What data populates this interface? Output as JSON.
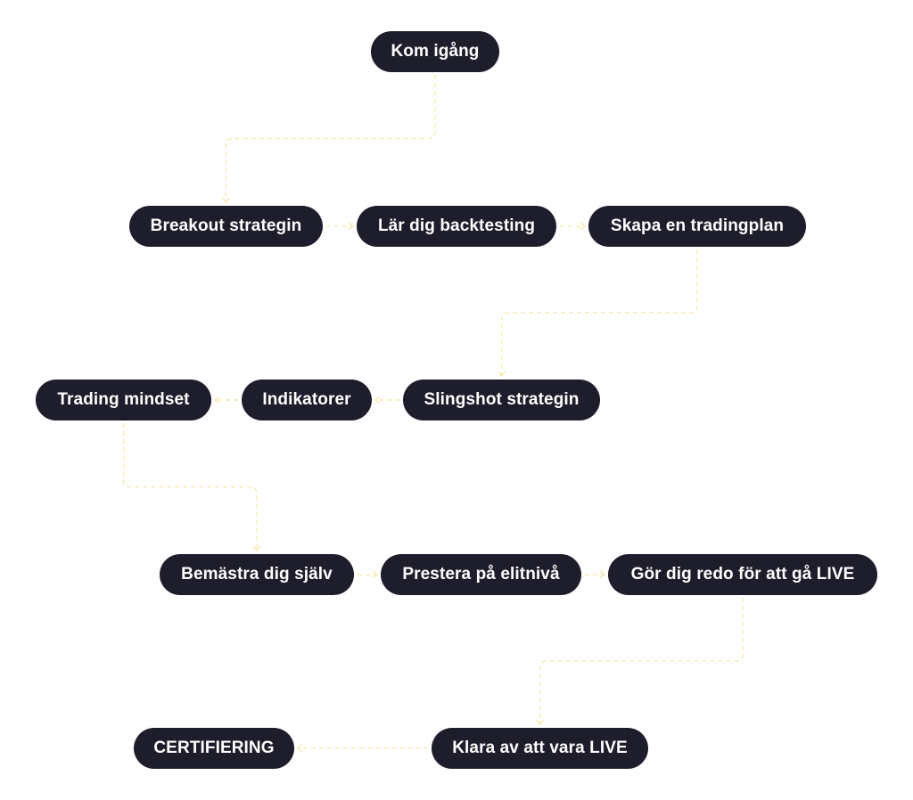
{
  "colors": {
    "node_bg": "#1d1d2b",
    "node_text": "#ffffff",
    "connector": "#f7e7a8"
  },
  "steps": [
    {
      "id": "kom-igang",
      "label": "Kom igång"
    },
    {
      "id": "breakout-strategin",
      "label": "Breakout strategin"
    },
    {
      "id": "lar-dig-backtesting",
      "label": "Lär dig backtesting"
    },
    {
      "id": "skapa-en-tradingplan",
      "label": "Skapa en tradingplan"
    },
    {
      "id": "slingshot-strategin",
      "label": "Slingshot strategin"
    },
    {
      "id": "indikatorer",
      "label": "Indikatorer"
    },
    {
      "id": "trading-mindset",
      "label": "Trading mindset"
    },
    {
      "id": "bemastra-dig-sjalv",
      "label": "Bemästra dig själv"
    },
    {
      "id": "prestera-pa-elitniva",
      "label": "Prestera på elitnivå"
    },
    {
      "id": "gor-dig-redo",
      "label": "Gör dig redo för att gå LIVE"
    },
    {
      "id": "klara-av-att-vara-live",
      "label": "Klara av att vara LIVE"
    },
    {
      "id": "certifiering",
      "label": "CERTIFIERING"
    }
  ],
  "connections": [
    [
      "kom-igang",
      "breakout-strategin"
    ],
    [
      "breakout-strategin",
      "lar-dig-backtesting"
    ],
    [
      "lar-dig-backtesting",
      "skapa-en-tradingplan"
    ],
    [
      "skapa-en-tradingplan",
      "slingshot-strategin"
    ],
    [
      "slingshot-strategin",
      "indikatorer"
    ],
    [
      "indikatorer",
      "trading-mindset"
    ],
    [
      "trading-mindset",
      "bemastra-dig-sjalv"
    ],
    [
      "bemastra-dig-sjalv",
      "prestera-pa-elitniva"
    ],
    [
      "prestera-pa-elitniva",
      "gor-dig-redo"
    ],
    [
      "gor-dig-redo",
      "klara-av-att-vara-live"
    ],
    [
      "klara-av-att-vara-live",
      "certifiering"
    ]
  ]
}
